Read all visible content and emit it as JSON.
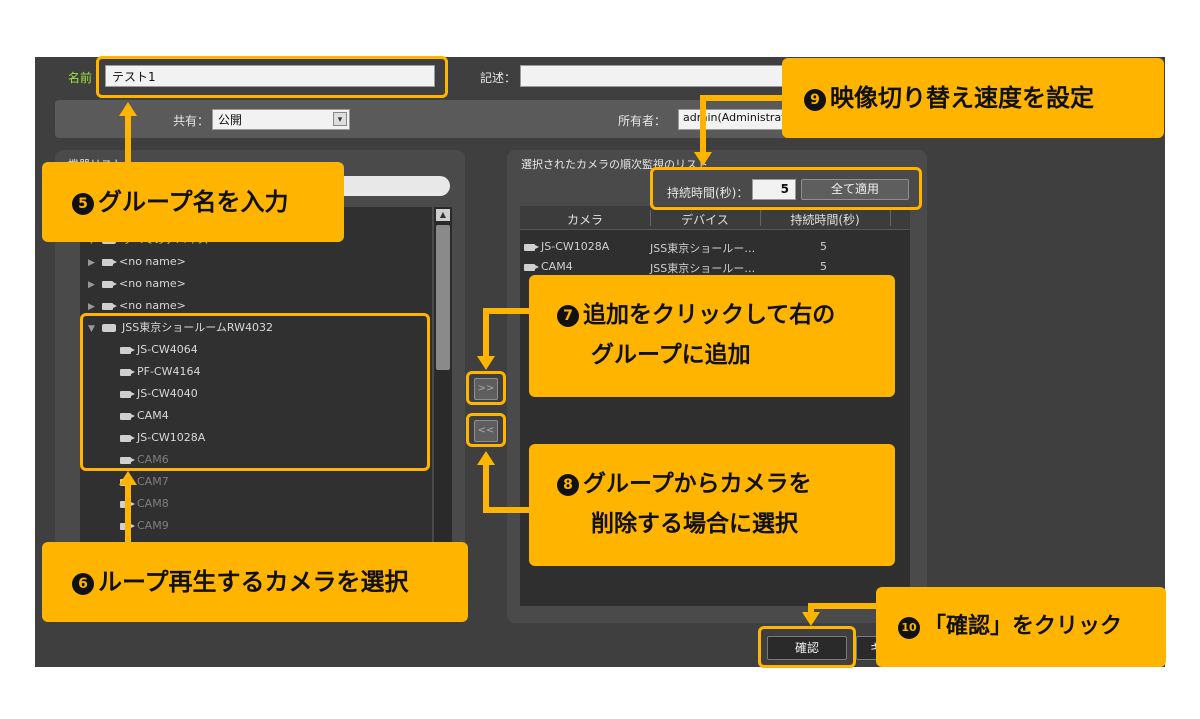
{
  "form": {
    "name_label": "名前",
    "name_value": "テスト1",
    "description_label": "記述：",
    "share_label": "共有：",
    "share_value": "公開",
    "owner_label": "所有者：",
    "owner_value": "admin(Administrators"
  },
  "device_list": {
    "title": "機器リスト",
    "all_devices": "すべてのデバイス",
    "nodes": [
      {
        "label": "<no name>"
      },
      {
        "label": "<no name>"
      },
      {
        "label": "<no name>"
      }
    ],
    "device_group": "JSS東京ショールームRW4032",
    "cameras": [
      "JS-CW4064",
      "PF-CW4164",
      "JS-CW4040",
      "CAM4",
      "JS-CW1028A"
    ],
    "dim_cameras": [
      "CAM6",
      "CAM7",
      "CAM8",
      "CAM9"
    ]
  },
  "sequence": {
    "title": "選択されたカメラの順次監視のリスト",
    "duration_label": "持続時間(秒)：",
    "duration_value": "5",
    "apply_all": "全て適用",
    "columns": [
      "カメラ",
      "デバイス",
      "持続時間(秒)"
    ],
    "rows": [
      {
        "camera": "JS-CW1028A",
        "device": "JSS東京ショールー…",
        "duration": "5"
      },
      {
        "camera": "CAM4",
        "device": "JSS東京ショールー…",
        "duration": "5"
      }
    ]
  },
  "buttons": {
    "add": ">>",
    "remove": "<<",
    "confirm": "確認",
    "cancel": "キ"
  },
  "callouts": {
    "c5": {
      "num": "5",
      "text": "グループ名を入力"
    },
    "c6": {
      "num": "6",
      "text": "ループ再生するカメラを選択"
    },
    "c7": {
      "num": "7",
      "line1": "追加をクリックして右の",
      "line2": "グループに追加"
    },
    "c8": {
      "num": "8",
      "line1": "グループからカメラを",
      "line2": "削除する場合に選択"
    },
    "c9": {
      "num": "9",
      "text": "映像切り替え速度を設定"
    },
    "c10": {
      "num": "10",
      "text": "「確認」をクリック"
    }
  },
  "colors": {
    "accent": "#ffb400",
    "window": "#3f3f3f",
    "label_green": "#9ee23c"
  }
}
